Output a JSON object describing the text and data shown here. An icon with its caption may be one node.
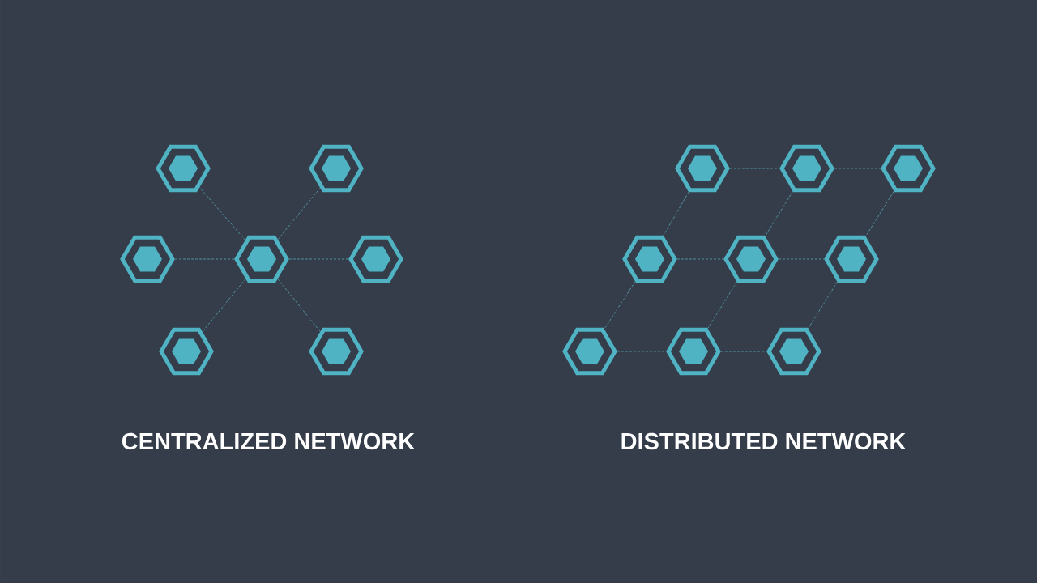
{
  "diagram": {
    "nodes": [
      {
        "text": [],
        "shape": "hexagon"
      },
      {
        "text": [],
        "shape": "hexagon"
      },
      {
        "text": [],
        "shape": "hexagon"
      },
      {
        "text": [],
        "shape": "hexagon"
      },
      {
        "text": [],
        "shape": "hexagon"
      },
      {
        "text": [],
        "shape": "hexagon"
      },
      {
        "text": [],
        "shape": "hexagon"
      },
      {
        "text": [],
        "shape": "hexagon"
      },
      {
        "text": [],
        "shape": "hexagon"
      },
      {
        "text": [],
        "shape": "hexagon"
      },
      {
        "text": [],
        "shape": "hexagon"
      },
      {
        "text": [],
        "shape": "hexagon"
      },
      {
        "text": [],
        "shape": "hexagon"
      },
      {
        "text": [],
        "shape": "hexagon"
      },
      {
        "text": [],
        "shape": "hexagon"
      },
      {
        "text": [],
        "shape": "hexagon"
      }
    ],
    "edges": [
      {
        "from": 3,
        "to": 0,
        "arrow": "none",
        "style": "dashed"
      },
      {
        "from": 3,
        "to": 1,
        "arrow": "none",
        "style": "dashed"
      },
      {
        "from": 3,
        "to": 2,
        "arrow": "none",
        "style": "dashed"
      },
      {
        "from": 3,
        "to": 4,
        "arrow": "none",
        "style": "dashed"
      },
      {
        "from": 3,
        "to": 5,
        "arrow": "none",
        "style": "dashed"
      },
      {
        "from": 3,
        "to": 6,
        "arrow": "none",
        "style": "dashed"
      },
      {
        "from": 7,
        "to": 8,
        "arrow": "none",
        "style": "dashed"
      },
      {
        "from": 8,
        "to": 9,
        "arrow": "none",
        "style": "dashed"
      },
      {
        "from": 7,
        "to": 10,
        "arrow": "none",
        "style": "dashed"
      },
      {
        "from": 8,
        "to": 11,
        "arrow": "none",
        "style": "dashed"
      },
      {
        "from": 9,
        "to": 12,
        "arrow": "none",
        "style": "dashed"
      },
      {
        "from": 10,
        "to": 11,
        "arrow": "none",
        "style": "dashed"
      },
      {
        "from": 11,
        "to": 12,
        "arrow": "none",
        "style": "dashed"
      },
      {
        "from": 10,
        "to": 13,
        "arrow": "none",
        "style": "dashed"
      },
      {
        "from": 11,
        "to": 14,
        "arrow": "none",
        "style": "dashed"
      },
      {
        "from": 12,
        "to": 15,
        "arrow": "none",
        "style": "dashed"
      },
      {
        "from": 13,
        "to": 14,
        "arrow": "none",
        "style": "dashed"
      },
      {
        "from": 14,
        "to": 15,
        "arrow": "none",
        "style": "dashed"
      }
    ],
    "labels": [
      "CENTRALIZED NETWORK",
      "DISTRIBUTED NETWORK"
    ]
  }
}
